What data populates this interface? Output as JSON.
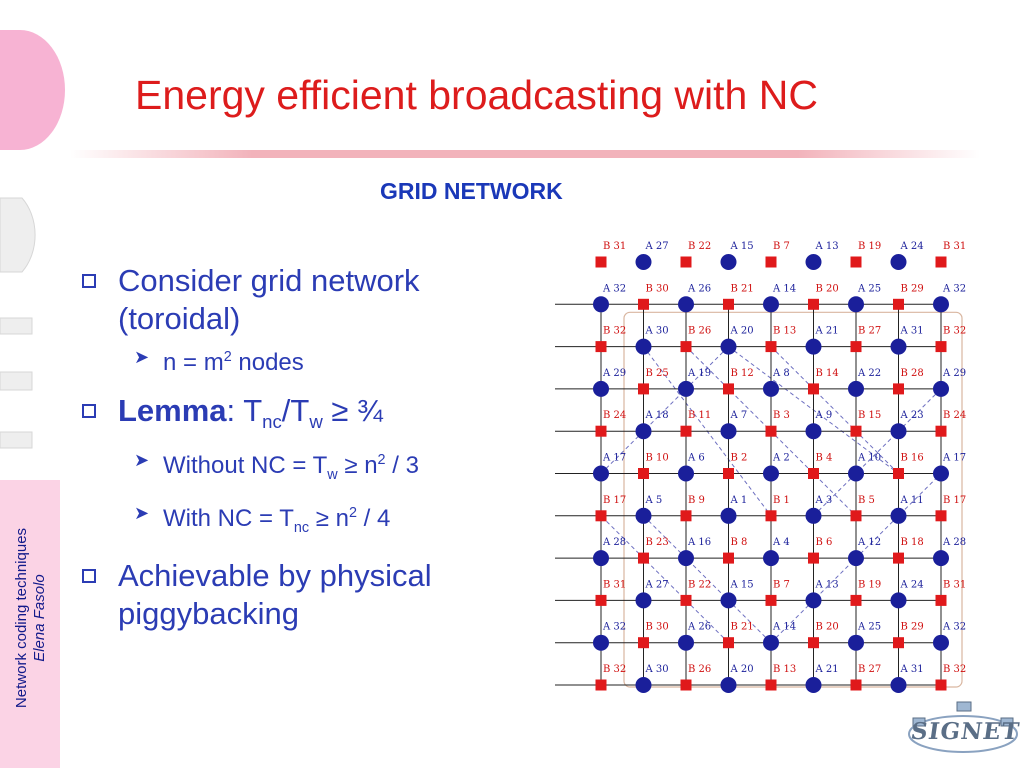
{
  "title": "Energy efficient broadcasting with NC",
  "subtitle": "GRID NETWORK",
  "bullets": {
    "b1_line1": "Consider grid network",
    "b1_line2": "(toroidal)",
    "sub1": {
      "pre": "n = m",
      "sup": "2",
      "post": " nodes"
    },
    "b2": {
      "bold": "Lemma",
      "colon": ": T",
      "sub1": "nc",
      "mid": "/T",
      "sub2": "w",
      "post": " ≥ ¾"
    },
    "sub2": {
      "pre": "Without NC = T",
      "sub": "w",
      "mid": " ≥ n",
      "sup": "2",
      "post": " / 3"
    },
    "sub3": {
      "pre": "With NC = T",
      "sub": "nc",
      "mid": " ≥ n",
      "sup": "2",
      "post": " / 4"
    },
    "b3_line1": "Achievable by physical",
    "b3_line2": "piggybacking"
  },
  "sidebar": {
    "line1": "Network coding techniques",
    "line2": "Elena Fasolo"
  },
  "logo": {
    "text": "SIGNET"
  },
  "icons": {
    "bullet": "square-bullet-icon",
    "subbullet": "chevron-right-icon"
  },
  "colors": {
    "title": "#dd1c1c",
    "body": "#2b3cb4",
    "subtitle": "#1a38b8",
    "node_a": "#1a1f9a",
    "node_b": "#e0191b",
    "label_a": "#1a1f9a",
    "label_b": "#d01010"
  },
  "grid": {
    "col_kinds": [
      "B",
      "A",
      "B",
      "A",
      "B",
      "A",
      "B",
      "A",
      "B"
    ],
    "rows": [
      {
        "top_only": true,
        "labels": [
          "B 31",
          "A 27",
          "B 22",
          "A 15",
          "B 7",
          "A 13",
          "B 19",
          "A 24",
          "B 31"
        ]
      },
      {
        "labels": [
          "A 32",
          "B 30",
          "A 26",
          "B 21",
          "A 14",
          "B 20",
          "A 25",
          "B 29",
          "A 32"
        ]
      },
      {
        "labels": [
          "B 32",
          "A 30",
          "B 26",
          "A 20",
          "B 13",
          "A 21",
          "B 27",
          "A 31",
          "B 32"
        ]
      },
      {
        "labels": [
          "A 29",
          "B 25",
          "A 19",
          "B 12",
          "A 8",
          "B 14",
          "A 22",
          "B 28",
          "A 29"
        ]
      },
      {
        "labels": [
          "B 24",
          "A 18",
          "B 11",
          "A 7",
          "B 3",
          "A 9",
          "B 15",
          "A 23",
          "B 24"
        ]
      },
      {
        "labels": [
          "A 17",
          "B 10",
          "A 6",
          "B 2",
          "A 2",
          "B 4",
          "A 10",
          "B 16",
          "A 17"
        ]
      },
      {
        "labels": [
          "B 17",
          "A 5",
          "B 9",
          "A 1",
          "B 1",
          "A 3",
          "B 5",
          "A 11",
          "B 17"
        ]
      },
      {
        "labels": [
          "A 28",
          "B 23",
          "A 16",
          "B 8",
          "A 4",
          "B 6",
          "A 12",
          "B 18",
          "A 28"
        ]
      },
      {
        "labels": [
          "B 31",
          "A 27",
          "B 22",
          "A 15",
          "B 7",
          "A 13",
          "B 19",
          "A 24",
          "B 31"
        ]
      },
      {
        "labels": [
          "A 32",
          "B 30",
          "A 26",
          "B 21",
          "A 14",
          "B 20",
          "A 25",
          "B 29",
          "A 32"
        ]
      },
      {
        "labels": [
          "B 32",
          "A 30",
          "B 26",
          "A 20",
          "B 13",
          "A 21",
          "B 27",
          "A 31",
          "B 32"
        ]
      }
    ]
  }
}
